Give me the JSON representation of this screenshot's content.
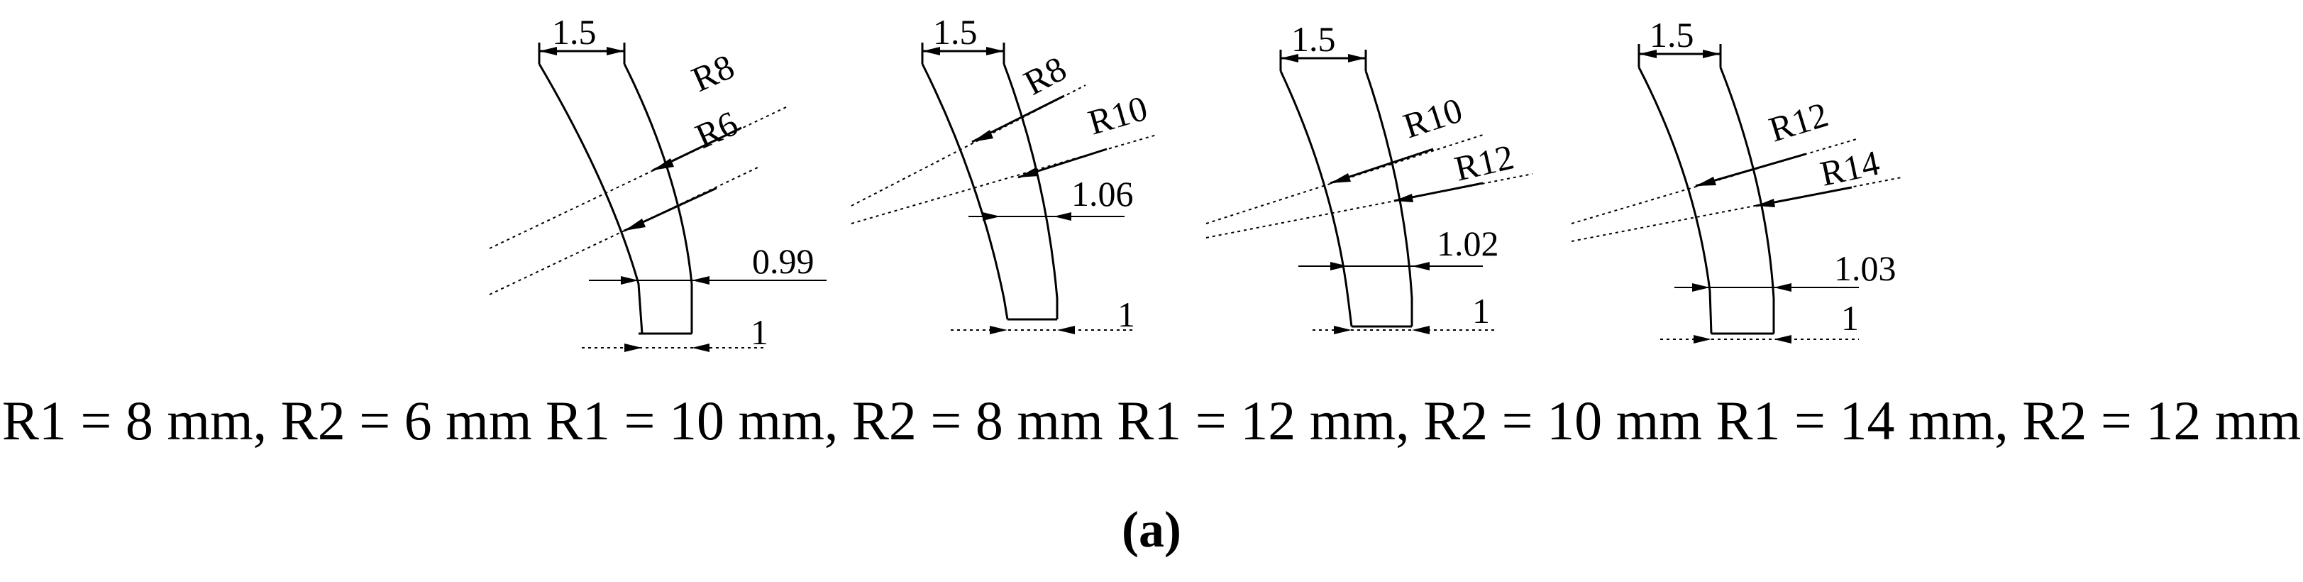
{
  "figure": {
    "caption": "R1 = 8 mm, R2 = 6 mm R1 = 10 mm, R2 = 8 mm R1 = 12 mm, R2 = 10 mm R1 = 14 mm, R2 = 12 mm",
    "sub_label": "(a)"
  },
  "profiles": [
    {
      "top_width": "1.5",
      "radius_a": "R8",
      "radius_b": "R6",
      "mid_width": "0.99",
      "bottom_width": "1"
    },
    {
      "top_width": "1.5",
      "radius_a": "R8",
      "radius_b": "R10",
      "mid_width": "1.06",
      "bottom_width": "1"
    },
    {
      "top_width": "1.5",
      "radius_a": "R10",
      "radius_b": "R12",
      "mid_width": "1.02",
      "bottom_width": "1"
    },
    {
      "top_width": "1.5",
      "radius_a": "R12",
      "radius_b": "R14",
      "mid_width": "1.03",
      "bottom_width": "1"
    }
  ]
}
